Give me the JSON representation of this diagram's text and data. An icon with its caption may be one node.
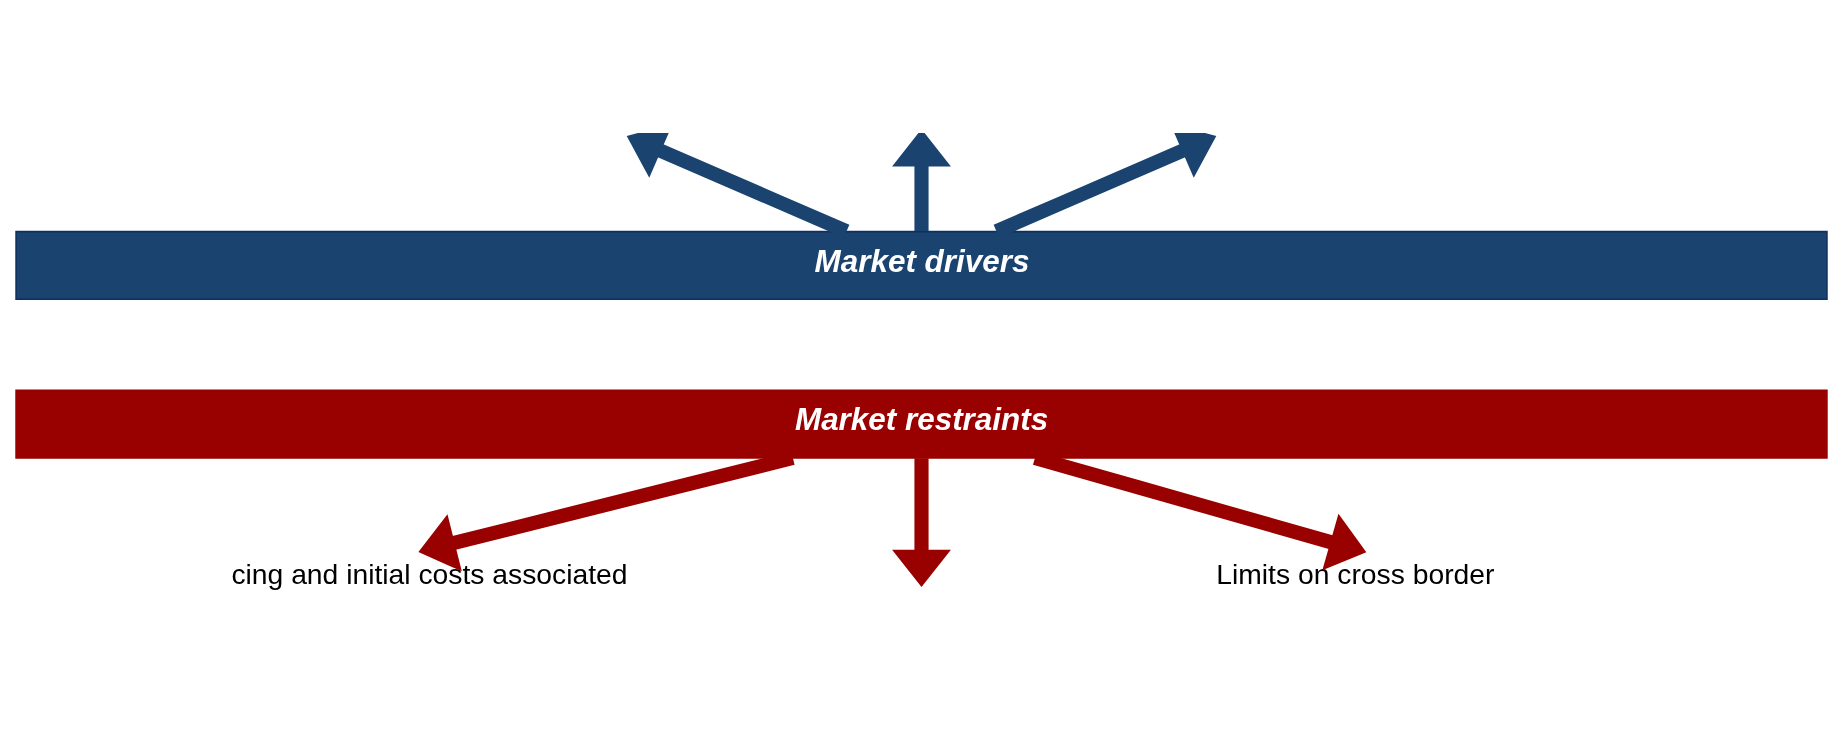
{
  "diagram": {
    "nodes": [
      {
        "text": [
          "Market drivers"
        ]
      },
      {
        "text": [
          "Market restraints"
        ]
      },
      {
        "text": [
          "cing and initial costs associated"
        ]
      },
      {
        "text": [
          "Limits on cross border"
        ]
      }
    ],
    "edges": [
      {
        "from": 0,
        "to": null,
        "arrow": "to",
        "color": "#1a4370"
      },
      {
        "from": 0,
        "to": null,
        "arrow": "to",
        "color": "#1a4370"
      },
      {
        "from": 0,
        "to": null,
        "arrow": "to",
        "color": "#1a4370"
      },
      {
        "from": 1,
        "to": 2,
        "arrow": "to",
        "color": "#990000"
      },
      {
        "from": 1,
        "to": null,
        "arrow": "to",
        "color": "#990000"
      },
      {
        "from": 1,
        "to": 3,
        "arrow": "to",
        "color": "#990000"
      }
    ]
  }
}
